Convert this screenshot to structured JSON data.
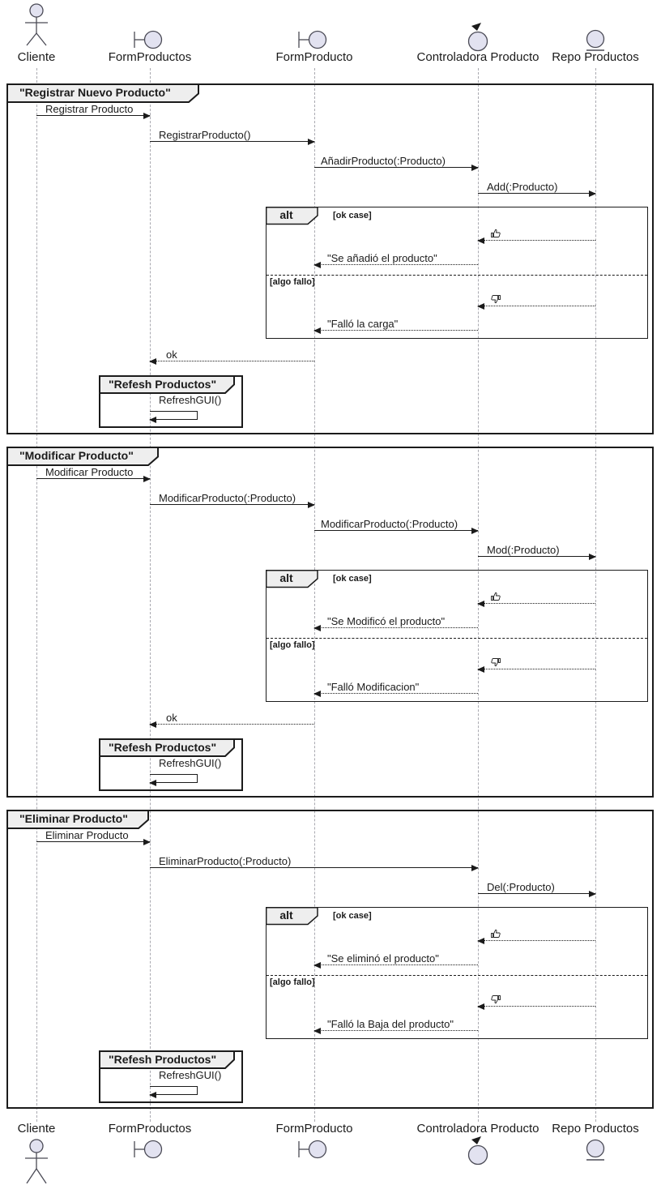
{
  "colors": {
    "participant_fill": "#E2E2F0",
    "tab_fill": "#EEEEEE",
    "line": "#1b1b1b",
    "lifeline": "#a9a9b0"
  },
  "participants": [
    {
      "label": "Cliente",
      "icon": "actor"
    },
    {
      "label": "FormProductos",
      "icon": "boundary"
    },
    {
      "label": "FormProducto",
      "icon": "boundary"
    },
    {
      "label": "Controladora Producto",
      "icon": "control"
    },
    {
      "label": "Repo Productos",
      "icon": "entity"
    }
  ],
  "frame1": {
    "title": "\"Registrar Nuevo Producto\"",
    "m1": "Registrar Producto",
    "m2": "RegistrarProducto()",
    "m3": "AñadirProducto(:Producto)",
    "m4": "Add(:Producto)",
    "alt": {
      "op": "alt",
      "guard_ok": "[ok case]",
      "guard_fail": "[algo fallo]",
      "ok_icon": "thumbs-up",
      "fail_icon": "thumbs-down",
      "reply_ok": "\"Se añadió el producto\"",
      "reply_fail": "\"Falló la carga\""
    },
    "ok": "ok",
    "ref": {
      "title": "\"Refesh Productos\"",
      "msg": "RefreshGUI()"
    }
  },
  "frame2": {
    "title": "\"Modificar Producto\"",
    "m1": "Modificar Producto",
    "m2": "ModificarProducto(:Producto)",
    "m3": "ModificarProducto(:Producto)",
    "m4": "Mod(:Producto)",
    "alt": {
      "op": "alt",
      "guard_ok": "[ok case]",
      "guard_fail": "[algo fallo]",
      "ok_icon": "thumbs-up",
      "fail_icon": "thumbs-down",
      "reply_ok": "\"Se Modificó el producto\"",
      "reply_fail": "\"Falló Modificacion\""
    },
    "ok": "ok",
    "ref": {
      "title": "\"Refesh Productos\"",
      "msg": "RefreshGUI()"
    }
  },
  "frame3": {
    "title": "\"Eliminar Producto\"",
    "m1": "Eliminar Producto",
    "m2": "EliminarProducto(:Producto)",
    "m3": "Del(:Producto)",
    "alt": {
      "op": "alt",
      "guard_ok": "[ok case]",
      "guard_fail": "[algo fallo]",
      "ok_icon": "thumbs-up",
      "fail_icon": "thumbs-down",
      "reply_ok": "\"Se eliminó el producto\"",
      "reply_fail": "\"Falló la Baja del producto\""
    },
    "ref": {
      "title": "\"Refesh Productos\"",
      "msg": "RefreshGUI()"
    }
  }
}
